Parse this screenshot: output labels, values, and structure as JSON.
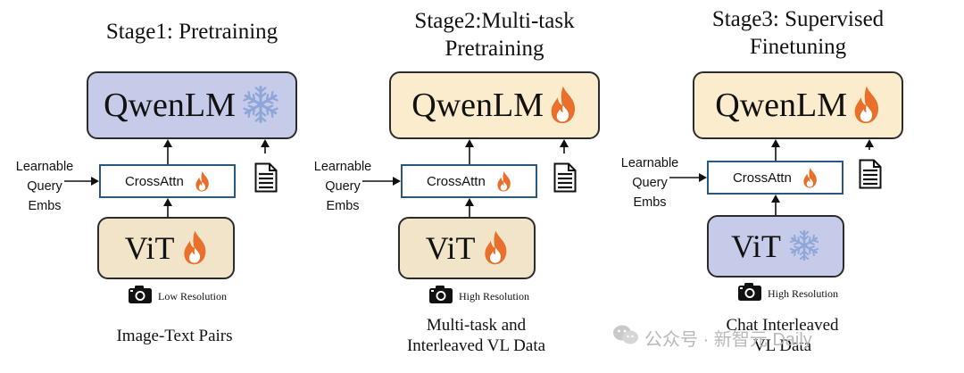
{
  "colors": {
    "frozen_box": "#c6cbea",
    "trainable_box": "#fbeccd",
    "vit_trainable": "#f1e4c8",
    "vit_frozen": "#c6cbea",
    "crossattn_border": "#29577e",
    "flame": "#e8702a",
    "snowflake": "#8fa6d8"
  },
  "stages": [
    {
      "title_lines": [
        "Stage1: Pretraining"
      ],
      "lm": {
        "label": "QwenLM",
        "state_icon": "snowflake-icon"
      },
      "cross_attn": {
        "label": "CrossAttn",
        "state_icon": "flame-icon"
      },
      "vit": {
        "label": "ViT",
        "state_icon": "flame-icon"
      },
      "query_label_lines": [
        "Learnable",
        "Query",
        "Embs"
      ],
      "resolution": "Low Resolution",
      "data_lines": [
        "Image-Text Pairs"
      ]
    },
    {
      "title_lines": [
        "Stage2:Multi-task",
        "Pretraining"
      ],
      "lm": {
        "label": "QwenLM",
        "state_icon": "flame-icon"
      },
      "cross_attn": {
        "label": "CrossAttn",
        "state_icon": "flame-icon"
      },
      "vit": {
        "label": "ViT",
        "state_icon": "flame-icon"
      },
      "query_label_lines": [
        "Learnable",
        "Query",
        "Embs"
      ],
      "resolution": "High Resolution",
      "data_lines": [
        "Multi-task and",
        "Interleaved VL Data"
      ]
    },
    {
      "title_lines": [
        "Stage3: Supervised",
        "Finetuning"
      ],
      "lm": {
        "label": "QwenLM",
        "state_icon": "flame-icon"
      },
      "cross_attn": {
        "label": "CrossAttn",
        "state_icon": "flame-icon"
      },
      "vit": {
        "label": "ViT",
        "state_icon": "snowflake-icon"
      },
      "query_label_lines": [
        "Learnable",
        "Query",
        "Embs"
      ],
      "resolution": "High Resolution",
      "data_lines": [
        "Chat Interleaved",
        "VL Data"
      ]
    }
  ],
  "watermark": "公众号 · 新智元 Daily"
}
